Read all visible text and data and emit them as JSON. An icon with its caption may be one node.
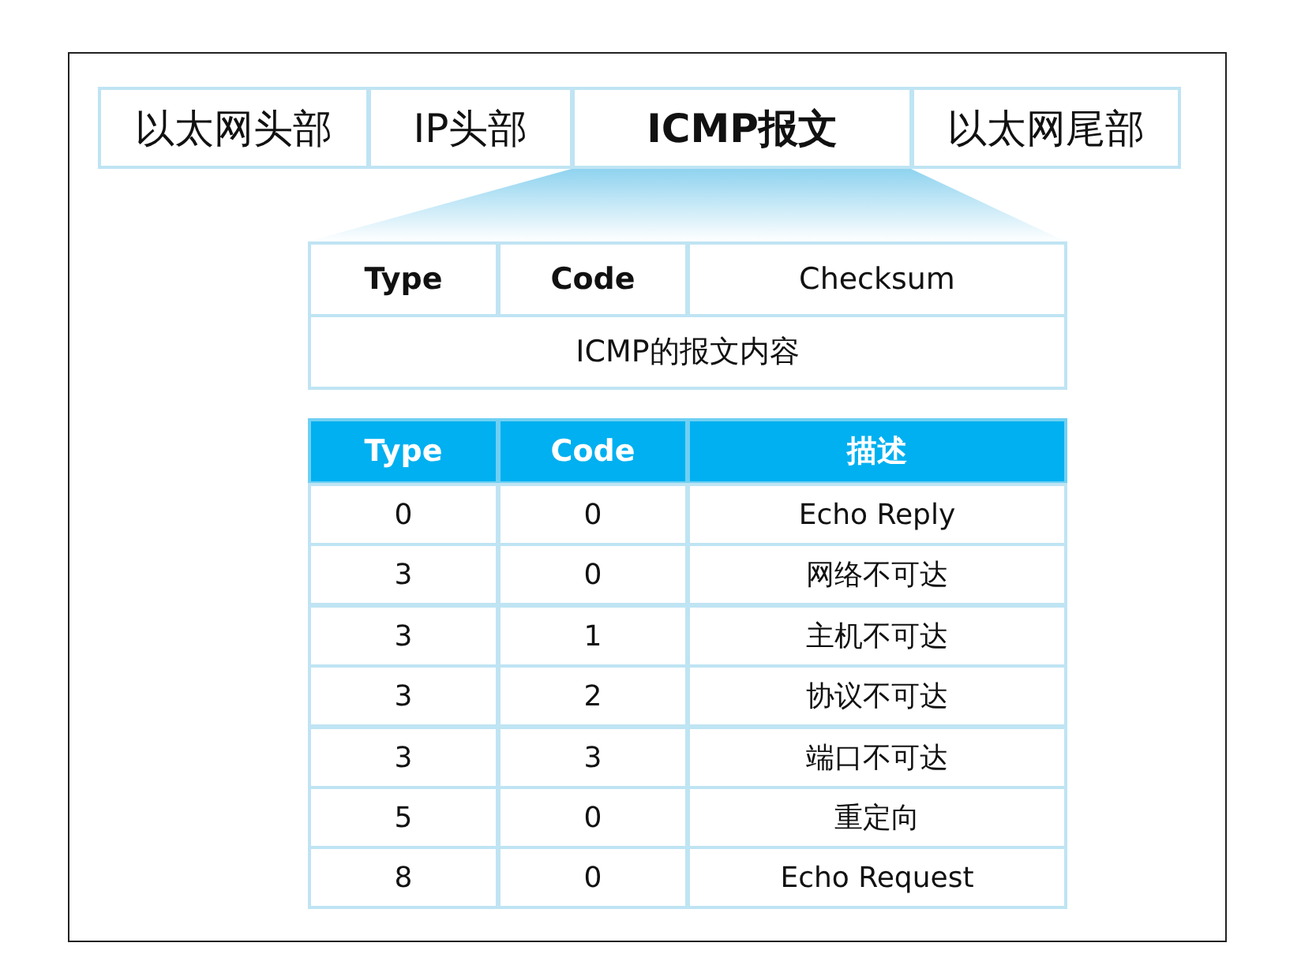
{
  "diagram": {
    "labels": [
      "以太网头部",
      "IP头部",
      "ICMP报文",
      "以太网尾部",
      "Type",
      "Code",
      "Checksum",
      "ICMP的报文内容",
      "Type",
      "Code",
      "描述",
      "0",
      "0",
      "Echo Reply",
      "3",
      "0",
      "网络不可达",
      "3",
      "1",
      "主机不可达",
      "3",
      "2",
      "协议不可达",
      "3",
      "3",
      "端口不可达",
      "5",
      "0",
      "重定向",
      "8",
      "0",
      "Echo Request"
    ]
  }
}
